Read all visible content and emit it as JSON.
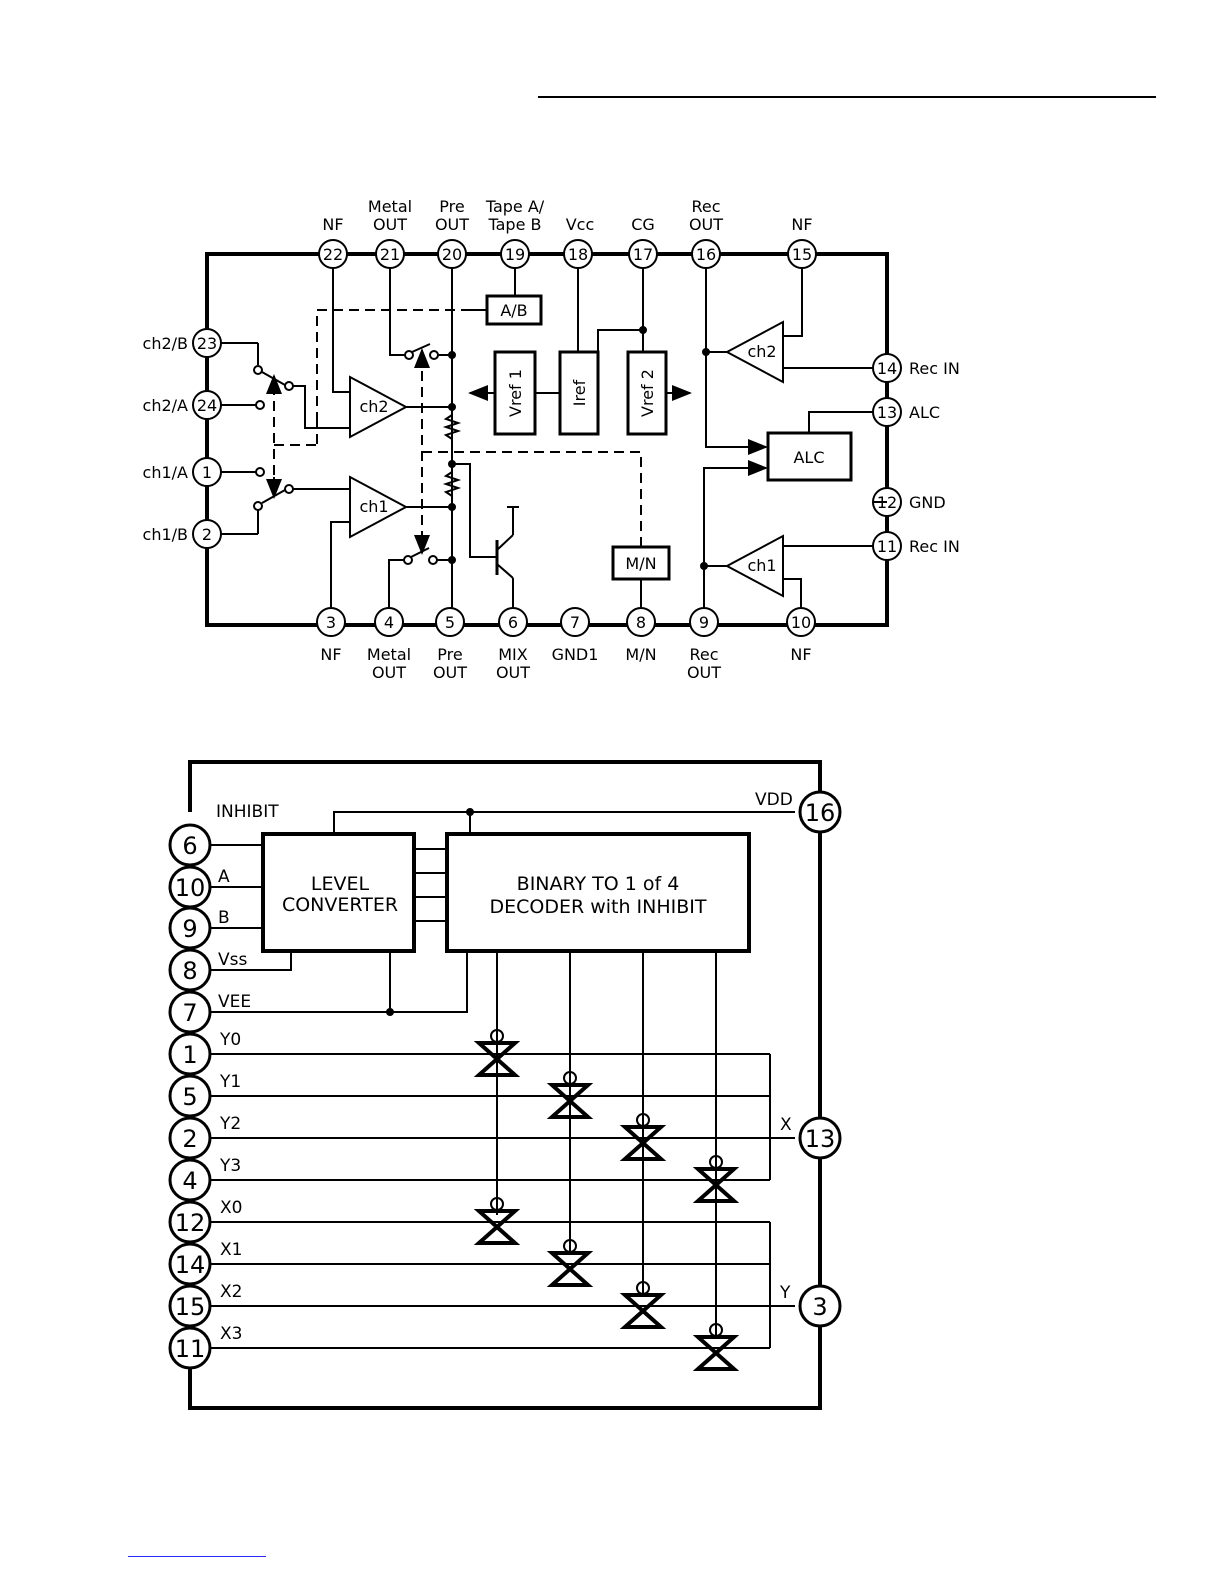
{
  "diagram1": {
    "top_pins": [
      {
        "num": "22",
        "label": [
          "NF"
        ]
      },
      {
        "num": "21",
        "label": [
          "Metal",
          "OUT"
        ]
      },
      {
        "num": "20",
        "label": [
          "Pre",
          "OUT"
        ]
      },
      {
        "num": "19",
        "label": [
          "Tape A/",
          "Tape B"
        ]
      },
      {
        "num": "18",
        "label": [
          "Vcc"
        ]
      },
      {
        "num": "17",
        "label": [
          "CG"
        ]
      },
      {
        "num": "16",
        "label": [
          "Rec",
          "OUT"
        ]
      },
      {
        "num": "15",
        "label": [
          "NF"
        ]
      }
    ],
    "bottom_pins": [
      {
        "num": "3",
        "label": [
          "NF"
        ]
      },
      {
        "num": "4",
        "label": [
          "Metal",
          "OUT"
        ]
      },
      {
        "num": "5",
        "label": [
          "Pre",
          "OUT"
        ]
      },
      {
        "num": "6",
        "label": [
          "MIX",
          "OUT"
        ]
      },
      {
        "num": "7",
        "label": [
          "GND1"
        ]
      },
      {
        "num": "8",
        "label": [
          "M/N"
        ]
      },
      {
        "num": "9",
        "label": [
          "Rec",
          "OUT"
        ]
      },
      {
        "num": "10",
        "label": [
          "NF"
        ]
      }
    ],
    "left_pins": [
      {
        "num": "23",
        "label": "ch2/B"
      },
      {
        "num": "24",
        "label": "ch2/A"
      },
      {
        "num": "1",
        "label": "ch1/A"
      },
      {
        "num": "2",
        "label": "ch1/B"
      }
    ],
    "right_pins": [
      {
        "num": "14",
        "label": "Rec IN"
      },
      {
        "num": "13",
        "label": "ALC"
      },
      {
        "num": "12",
        "label": "GND"
      },
      {
        "num": "11",
        "label": "Rec IN"
      }
    ],
    "blocks": {
      "ab": "A/B",
      "vref1": "Vref 1",
      "iref": "Iref",
      "vref2": "Vref 2",
      "mn": "M/N",
      "alc": "ALC",
      "amp_ch2_left": "ch2",
      "amp_ch1_left": "ch1",
      "amp_ch2_right": "ch2",
      "amp_ch1_right": "ch1"
    }
  },
  "diagram2": {
    "inhibit_label": "INHIBIT",
    "level_converter": [
      "LEVEL",
      "CONVERTER"
    ],
    "decoder": [
      "BINARY TO 1 of 4",
      "DECODER with INHIBIT"
    ],
    "left_pins": [
      {
        "num": "6",
        "label": ""
      },
      {
        "num": "10",
        "label": "A"
      },
      {
        "num": "9",
        "label": "B"
      },
      {
        "num": "8",
        "label": "Vss"
      },
      {
        "num": "7",
        "label": "VEE"
      },
      {
        "num": "1",
        "label": "Y0"
      },
      {
        "num": "5",
        "label": "Y1"
      },
      {
        "num": "2",
        "label": "Y2"
      },
      {
        "num": "4",
        "label": "Y3"
      },
      {
        "num": "12",
        "label": "X0"
      },
      {
        "num": "14",
        "label": "X1"
      },
      {
        "num": "15",
        "label": "X2"
      },
      {
        "num": "11",
        "label": "X3"
      }
    ],
    "right_pins": [
      {
        "num": "16",
        "label": "VDD"
      },
      {
        "num": "13",
        "label": "X"
      },
      {
        "num": "3",
        "label": "Y"
      }
    ]
  }
}
